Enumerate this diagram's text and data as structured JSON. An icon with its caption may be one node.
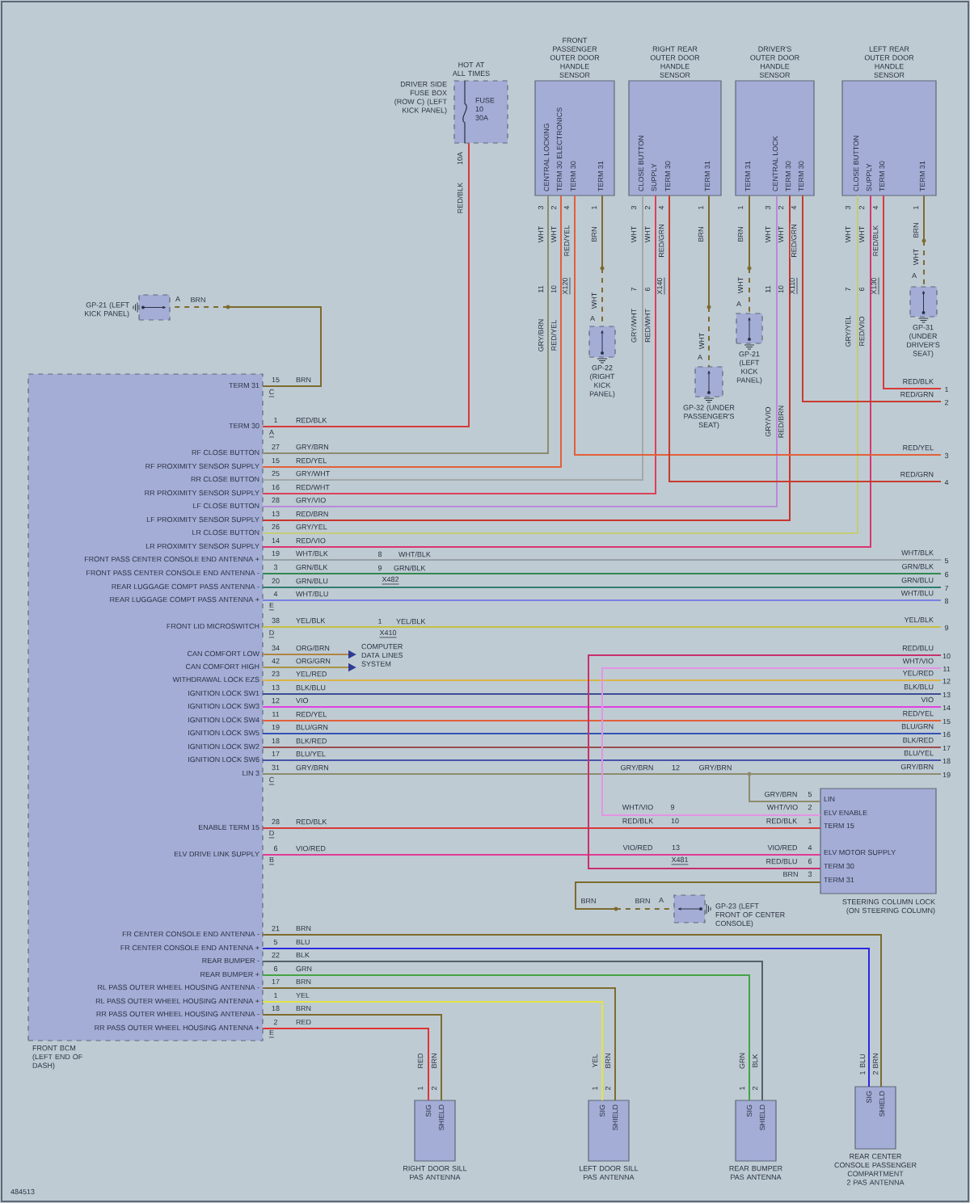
{
  "diagram": {
    "nodes": [
      {
        "text": [
          "FUSE 10 30A"
        ],
        "beside": [
          "HOT AT ALL TIMES",
          "DRIVER SIDE FUSE BOX (ROW C) (LEFT KICK PANEL)"
        ]
      },
      {
        "text": [
          "FRONT PASSENGER OUTER DOOR HANDLE SENSOR",
          "CENTRAL LOCKING",
          "TERM 30 ELECTRONICS",
          "TERM 30",
          "TERM 31"
        ]
      },
      {
        "text": [
          "RIGHT REAR OUTER DOOR HANDLE SENSOR",
          "CLOSE BUTTON",
          "SUPPLY",
          "TERM 30",
          "TERM 31"
        ]
      },
      {
        "text": [
          "DRIVER'S OUTER DOOR HANDLE SENSOR",
          "TERM 31",
          "CENTRAL LOCK",
          "TERM 30",
          "TERM 30"
        ]
      },
      {
        "text": [
          "LEFT REAR OUTER DOOR HANDLE SENSOR",
          "CLOSE BUTTON",
          "SUPPLY",
          "TERM 30",
          "TERM 31"
        ]
      },
      {
        "text": [
          "GP-21 (LEFT KICK PANEL)"
        ]
      },
      {
        "text": [
          "GP-22 (RIGHT KICK PANEL)"
        ]
      },
      {
        "text": [
          "GP-32 (UNDER PASSENGER'S SEAT)"
        ]
      },
      {
        "text": [
          "GP-21 (LEFT KICK PANEL)"
        ]
      },
      {
        "text": [
          "GP-31 (UNDER DRIVER'S SEAT)"
        ]
      },
      {
        "text": [
          "FRONT BCM (LEFT END OF DASH)",
          "TERM 31",
          "TERM 30",
          "RF CLOSE BUTTON",
          "RF PROXIMITY SENSOR SUPPLY",
          "RR CLOSE BUTTON",
          "RR PROXIMITY SENSOR SUPPLY",
          "LF CLOSE BUTTON",
          "LF PROXIMITY SENSOR SUPPLY",
          "LR CLOSE BUTTON",
          "LR PROXIMITY SENSOR SUPPLY",
          "FRONT PASS CENTER CONSOLE END ANTENNA +",
          "FRONT PASS CENTER CONSOLE END ANTENNA -",
          "REAR LUGGAGE COMPT PASS ANTENNA -",
          "REAR LUGGAGE COMPT PASS ANTENNA +",
          "FRONT LID MICROSWITCH",
          "CAN COMFORT LOW",
          "CAN COMFORT HIGH",
          "WITHDRAWAL LOCK EZS",
          "IGNITION LOCK SW1",
          "IGNITION LOCK SW3",
          "IGNITION LOCK SW4",
          "IGNITION LOCK SW5",
          "IGNITION LOCK SW2",
          "IGNITION LOCK SW6",
          "LIN 3",
          "ENABLE TERM 15",
          "ELV DRIVE LINK SUPPLY",
          "FR CENTER CONSOLE END ANTENNA -",
          "FR CENTER CONSOLE END ANTENNA +",
          "REAR BUMPER -",
          "REAR BUMPER +",
          "RL PASS OUTER WHEEL HOUSING ANTENNA -",
          "RL PASS OUTER WHEEL HOUSING ANTENNA +",
          "RR PASS OUTER WHEEL HOUSING ANTENNA -",
          "RR PASS OUTER WHEEL HOUSING ANTENNA +"
        ]
      },
      {
        "text": [
          "COMPUTER DATA LINES SYSTEM"
        ]
      },
      {
        "text": [
          "STEERING COLUMN LOCK (ON STEERING COLUMN)",
          "LIN",
          "ELV ENABLE",
          "TERM 15",
          "ELV MOTOR SUPPLY",
          "TERM 30",
          "TERM 31"
        ]
      },
      {
        "text": [
          "GP-23 (LEFT FRONT OF CENTER CONSOLE)"
        ]
      },
      {
        "text": [
          "RIGHT DOOR SILL PAS ANTENNA",
          "SIG",
          "SHIELD"
        ]
      },
      {
        "text": [
          "LEFT DOOR SILL PAS ANTENNA",
          "SIG",
          "SHIELD"
        ]
      },
      {
        "text": [
          "REAR BUMPER PAS ANTENNA",
          "SIG",
          "SHIELD"
        ]
      },
      {
        "text": [
          "REAR CENTER CONSOLE PASSENGER COMPARTMENT 2 PAS ANTENNA",
          "SIG",
          "SHIELD"
        ]
      },
      {
        "text": [
          "1"
        ],
        "beside": [
          "RED/BLK"
        ]
      },
      {
        "text": [
          "2"
        ],
        "beside": [
          "RED/GRN"
        ]
      },
      {
        "text": [
          "3"
        ],
        "beside": [
          "RED/YEL"
        ]
      },
      {
        "text": [
          "4"
        ],
        "beside": [
          "RED/GRN"
        ]
      },
      {
        "text": [
          "5"
        ],
        "beside": [
          "WHT/BLK"
        ]
      },
      {
        "text": [
          "6"
        ],
        "beside": [
          "GRN/BLK"
        ]
      },
      {
        "text": [
          "7"
        ],
        "beside": [
          "GRN/BLU"
        ]
      },
      {
        "text": [
          "8"
        ],
        "beside": [
          "WHT/BLU"
        ]
      },
      {
        "text": [
          "9"
        ],
        "beside": [
          "YEL/BLK"
        ]
      },
      {
        "text": [
          "10"
        ],
        "beside": [
          "RED/BLU"
        ]
      },
      {
        "text": [
          "11"
        ],
        "beside": [
          "WHT/VIO"
        ]
      },
      {
        "text": [
          "12"
        ],
        "beside": [
          "YEL/RED"
        ]
      },
      {
        "text": [
          "13"
        ],
        "beside": [
          "BLK/BLU"
        ]
      },
      {
        "text": [
          "14"
        ],
        "beside": [
          "VIO"
        ]
      },
      {
        "text": [
          "15"
        ],
        "beside": [
          "RED/YEL"
        ]
      },
      {
        "text": [
          "16"
        ],
        "beside": [
          "BLU/GRN"
        ]
      },
      {
        "text": [
          "17"
        ],
        "beside": [
          "BLK/RED"
        ]
      },
      {
        "text": [
          "18"
        ],
        "beside": [
          "BLU/YEL"
        ]
      },
      {
        "text": [
          "19"
        ],
        "beside": [
          "GRY/BRN"
        ]
      }
    ],
    "edges": [
      {
        "from": 10,
        "to": 5,
        "arrow": "none",
        "label": "BRN",
        "color": "#7d6b2f"
      },
      {
        "from": 10,
        "to": 0,
        "arrow": "none",
        "label": "RED/BLK",
        "color": "#d83a3a"
      },
      {
        "from": 10,
        "to": 1,
        "arrow": "none",
        "label": "GRY/BRN",
        "color": "#8c8c6e"
      },
      {
        "from": 10,
        "to": 1,
        "arrow": "none",
        "label": "RED/YEL",
        "color": "#e2603a"
      },
      {
        "from": 10,
        "to": 2,
        "arrow": "none",
        "label": "GRY/WHT",
        "color": "#a3a8aa"
      },
      {
        "from": 10,
        "to": 2,
        "arrow": "none",
        "label": "RED/WHT",
        "color": "#dc4058"
      },
      {
        "from": 10,
        "to": 3,
        "arrow": "none",
        "label": "GRY/VIO",
        "color": "#b88ad8"
      },
      {
        "from": 10,
        "to": 3,
        "arrow": "none",
        "label": "RED/BRN",
        "color": "#c8342c"
      },
      {
        "from": 10,
        "to": 4,
        "arrow": "none",
        "label": "GRY/YEL",
        "color": "#c4cc78"
      },
      {
        "from": 10,
        "to": 4,
        "arrow": "none",
        "label": "RED/VIO",
        "color": "#dc3470"
      },
      {
        "from": 10,
        "to": 22,
        "arrow": "none",
        "label": "WHT/BLK",
        "color": "#98a0a6"
      },
      {
        "from": 10,
        "to": 23,
        "arrow": "none",
        "label": "GRN/BLK",
        "color": "#2f8a4c"
      },
      {
        "from": 10,
        "to": 24,
        "arrow": "none",
        "label": "GRN/BLU",
        "color": "#2f7e70"
      },
      {
        "from": 10,
        "to": 25,
        "arrow": "none",
        "label": "WHT/BLU",
        "color": "#7880e4"
      },
      {
        "from": 10,
        "to": 26,
        "arrow": "none",
        "label": "YEL/BLK",
        "color": "#c4c040"
      },
      {
        "from": 10,
        "to": 11,
        "arrow": "to",
        "label": "ORG/BRN",
        "color": "#b08444"
      },
      {
        "from": 10,
        "to": 11,
        "arrow": "to",
        "label": "ORG/GRN",
        "color": "#a89444"
      },
      {
        "from": 10,
        "to": 29,
        "arrow": "none",
        "label": "YEL/RED",
        "color": "#dcb444"
      },
      {
        "from": 10,
        "to": 30,
        "arrow": "none",
        "label": "BLK/BLU",
        "color": "#3c4c94"
      },
      {
        "from": 10,
        "to": 31,
        "arrow": "none",
        "label": "VIO",
        "color": "#e040e0"
      },
      {
        "from": 10,
        "to": 32,
        "arrow": "none",
        "label": "RED/YEL",
        "color": "#e2603a"
      },
      {
        "from": 10,
        "to": 33,
        "arrow": "none",
        "label": "BLU/GRN",
        "color": "#3452b4"
      },
      {
        "from": 10,
        "to": 34,
        "arrow": "none",
        "label": "BLK/RED",
        "color": "#9a5050"
      },
      {
        "from": 10,
        "to": 35,
        "arrow": "none",
        "label": "BLU/YEL",
        "color": "#4654a8"
      },
      {
        "from": 10,
        "to": 36,
        "arrow": "none",
        "label": "GRY/BRN",
        "color": "#8c8c6e"
      },
      {
        "from": 10,
        "to": 12,
        "arrow": "none",
        "label": "GRY/BRN",
        "color": "#8c8c6e"
      },
      {
        "from": 10,
        "to": 12,
        "arrow": "none",
        "label": "RED/BLK",
        "color": "#d83a3a"
      },
      {
        "from": 10,
        "to": 12,
        "arrow": "none",
        "label": "VIO/RED",
        "color": "#e03c94"
      },
      {
        "from": 10,
        "to": 17,
        "arrow": "none",
        "label": "BRN",
        "color": "#7d6b2f"
      },
      {
        "from": 10,
        "to": 17,
        "arrow": "none",
        "label": "BLU",
        "color": "#2a2ae0"
      },
      {
        "from": 10,
        "to": 16,
        "arrow": "none",
        "label": "BLK",
        "color": "#56606a"
      },
      {
        "from": 10,
        "to": 16,
        "arrow": "none",
        "label": "GRN",
        "color": "#44a444"
      },
      {
        "from": 10,
        "to": 15,
        "arrow": "none",
        "label": "BRN",
        "color": "#7d6b2f"
      },
      {
        "from": 10,
        "to": 15,
        "arrow": "none",
        "label": "YEL",
        "color": "#e4e444"
      },
      {
        "from": 10,
        "to": 14,
        "arrow": "none",
        "label": "BRN",
        "color": "#7d6b2f"
      },
      {
        "from": 10,
        "to": 14,
        "arrow": "none",
        "label": "RED",
        "color": "#e03434"
      },
      {
        "from": 4,
        "to": 18,
        "arrow": "none",
        "label": "RED/BLK",
        "color": "#d83a3a"
      },
      {
        "from": 3,
        "to": 19,
        "arrow": "none",
        "label": "RED/GRN",
        "color": "#c83c2c"
      },
      {
        "from": 1,
        "to": 20,
        "arrow": "none",
        "label": "RED/YEL",
        "color": "#e2603a"
      },
      {
        "from": 2,
        "to": 21,
        "arrow": "none",
        "label": "RED/GRN",
        "color": "#c83c2c"
      },
      {
        "from": 1,
        "to": 6,
        "arrow": "none",
        "label": "BRN",
        "color": "#7d6b2f"
      },
      {
        "from": 2,
        "to": 7,
        "arrow": "none",
        "label": "BRN",
        "color": "#7d6b2f"
      },
      {
        "from": 3,
        "to": 8,
        "arrow": "none",
        "label": "BRN",
        "color": "#7d6b2f"
      },
      {
        "from": 4,
        "to": 9,
        "arrow": "none",
        "label": "BRN",
        "style": "dashed",
        "color": "#7d6b2f"
      },
      {
        "from": 12,
        "to": 27,
        "arrow": "none",
        "label": "RED/BLU",
        "color": "#c8306c"
      },
      {
        "from": 12,
        "to": 28,
        "arrow": "none",
        "label": "WHT/VIO",
        "color": "#e394e3"
      },
      {
        "from": 12,
        "to": 13,
        "arrow": "none",
        "label": "BRN",
        "color": "#7d6b2f"
      }
    ],
    "labels": [
      "15",
      "1",
      "27",
      "15",
      "25",
      "16",
      "28",
      "13",
      "26",
      "14",
      "19",
      "3",
      "20",
      "4",
      "38",
      "34",
      "42",
      "23",
      "13",
      "12",
      "11",
      "19",
      "18",
      "17",
      "31",
      "28",
      "6",
      "21",
      "5",
      "22",
      "6",
      "17",
      "1",
      "18",
      "2",
      "C",
      "A",
      "E",
      "D",
      "C",
      "D",
      "B",
      "E",
      "10A",
      "RED/BLK",
      "A",
      "BRN",
      "3",
      "2",
      "4",
      "1",
      "WHT",
      "WHT",
      "11",
      "10",
      "X120",
      "GRY/BRN",
      "RED/YEL",
      "WHT",
      "A",
      "3",
      "2",
      "4",
      "1",
      "WHT",
      "WHT",
      "7",
      "6",
      "X140",
      "GRY/WHT",
      "RED/WHT",
      "WHT",
      "A",
      "1",
      "3",
      "2",
      "4",
      "WHT",
      "WHT",
      "11",
      "10",
      "X110",
      "GRY/VIO",
      "RED/BRN",
      "WHT",
      "A",
      "3",
      "2",
      "4",
      "1",
      "WHT",
      "WHT",
      "7",
      "6",
      "X130",
      "GRY/YEL",
      "RED/VIO",
      "WHT",
      "A",
      "8",
      "WHT/BLK",
      "9",
      "GRN/BLK",
      "X482",
      "1",
      "YEL/BLK",
      "X410",
      "GRY/BRN",
      "12",
      "GRY/BRN",
      "5",
      "WHT/VIO",
      "9",
      "2",
      "RED/BLK",
      "10",
      "RED/BLK",
      "1",
      "VIO/RED",
      "13",
      "VIO/RED",
      "4",
      "X481",
      "6",
      "3",
      "BRN",
      "BRN",
      "A",
      "RED",
      "BRN",
      "1",
      "2",
      "YEL",
      "BRN",
      "1",
      "2",
      "GRN",
      "BLK",
      "1",
      "2",
      "BLU",
      "BRN",
      "1",
      "2",
      "484513"
    ]
  }
}
